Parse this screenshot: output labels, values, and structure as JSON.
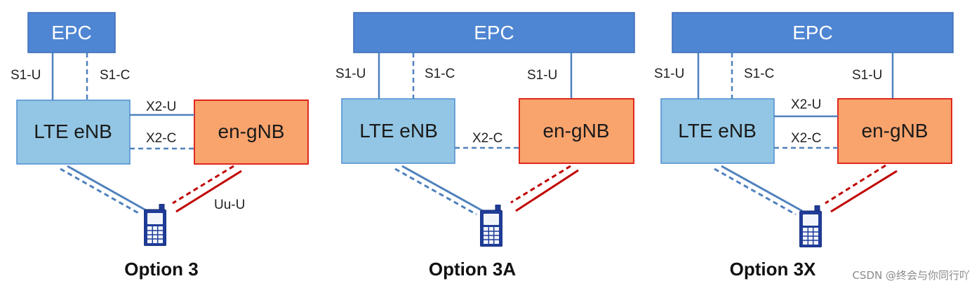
{
  "diagram": {
    "panels": [
      {
        "caption": "Option 3",
        "epc": "EPC",
        "lte_enb": "LTE eNB",
        "en_gnb": "en-gNB",
        "links": {
          "s1u_lte": "S1-U",
          "s1c": "S1-C",
          "x2u": "X2-U",
          "x2c": "X2-C",
          "uu_u": "Uu-U"
        },
        "ue_icon": "mobile-phone-icon"
      },
      {
        "caption": "Option 3A",
        "epc": "EPC",
        "lte_enb": "LTE eNB",
        "en_gnb": "en-gNB",
        "links": {
          "s1u_lte": "S1-U",
          "s1c": "S1-C",
          "s1u_gnb": "S1-U",
          "x2c": "X2-C"
        },
        "ue_icon": "mobile-phone-icon"
      },
      {
        "caption": "Option 3X",
        "epc": "EPC",
        "lte_enb": "LTE eNB",
        "en_gnb": "en-gNB",
        "links": {
          "s1u_lte": "S1-U",
          "s1c": "S1-C",
          "s1u_gnb": "S1-U",
          "x2u": "X2-U",
          "x2c": "X2-C"
        },
        "ue_icon": "mobile-phone-icon"
      }
    ]
  },
  "watermark": "CSDN @终会与你同行吖",
  "colors": {
    "epc_fill": "#4f86d3",
    "epc_border": "#3b6db8",
    "lte_fill": "#93c6e4",
    "lte_border": "#4e8ed2",
    "gnb_fill": "#f9a36d",
    "gnb_border": "#e0281e",
    "lte_link": "#4f81bd",
    "nr_link": "#c00000",
    "ue_body": "#1f3c98"
  }
}
